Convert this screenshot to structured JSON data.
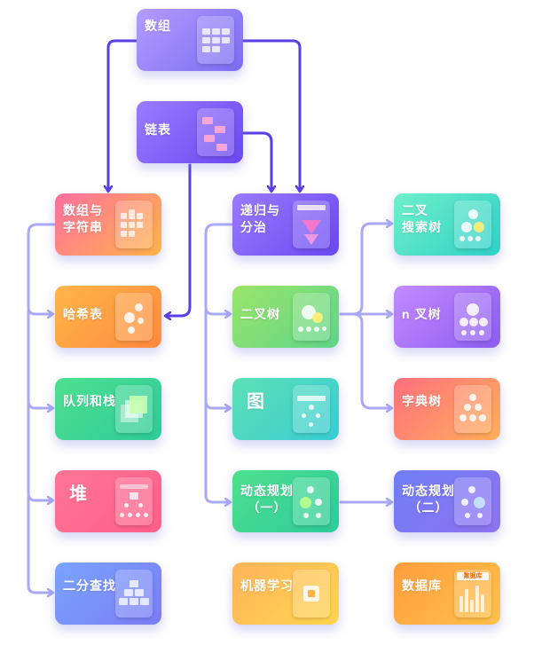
{
  "nodes": {
    "arrays": {
      "label": "数组",
      "icon": "array-grid-icon"
    },
    "linked_list": {
      "label": "链表",
      "icon": "linked-blocks-icon"
    },
    "arrays_strings": {
      "label": "数组与\n字符串",
      "icon": "string-grid-icon"
    },
    "recursion": {
      "label": "递归与\n分治",
      "icon": "recursion-icon"
    },
    "binary_search_tree": {
      "label": "二叉\n搜索树",
      "icon": "tree-icon"
    },
    "hash_table": {
      "label": "哈希表",
      "icon": "hash-dots-icon"
    },
    "binary_tree": {
      "label": "二叉树",
      "icon": "tree-icon"
    },
    "nary_tree": {
      "label": "n 叉树",
      "icon": "tree-icon"
    },
    "queue_stack": {
      "label": "队列和栈",
      "icon": "stacked-layers-icon"
    },
    "graph": {
      "label": "图",
      "icon": "graph-icon"
    },
    "trie": {
      "label": "字典树",
      "icon": "trie-icon"
    },
    "heap": {
      "label": "堆",
      "icon": "heap-icon"
    },
    "dp_1": {
      "label": "动态规划\n（一）",
      "icon": "dp-network-icon"
    },
    "dp_2": {
      "label": "动态规划\n（二）",
      "icon": "dp-network-icon"
    },
    "binary_search": {
      "label": "二分查找",
      "icon": "search-blocks-icon"
    },
    "machine_learning": {
      "label": "机器学习",
      "icon": "chip-icon"
    },
    "database": {
      "label": "数据库",
      "icon": "bar-chart-icon",
      "icon_tag": "数据库"
    }
  },
  "edges": [
    [
      "arrays",
      "arrays_strings"
    ],
    [
      "arrays",
      "recursion"
    ],
    [
      "linked_list",
      "recursion"
    ],
    [
      "linked_list",
      "hash_table"
    ],
    [
      "arrays_strings",
      "hash_table"
    ],
    [
      "arrays_strings",
      "queue_stack"
    ],
    [
      "arrays_strings",
      "heap"
    ],
    [
      "arrays_strings",
      "binary_search"
    ],
    [
      "recursion",
      "binary_tree"
    ],
    [
      "recursion",
      "graph"
    ],
    [
      "recursion",
      "dp_1"
    ],
    [
      "binary_tree",
      "binary_search_tree"
    ],
    [
      "binary_tree",
      "nary_tree"
    ],
    [
      "binary_tree",
      "trie"
    ],
    [
      "dp_1",
      "dp_2"
    ]
  ],
  "colors": {
    "edge_strong": "#5b3ee6",
    "edge_soft": "#a9a9f6"
  }
}
